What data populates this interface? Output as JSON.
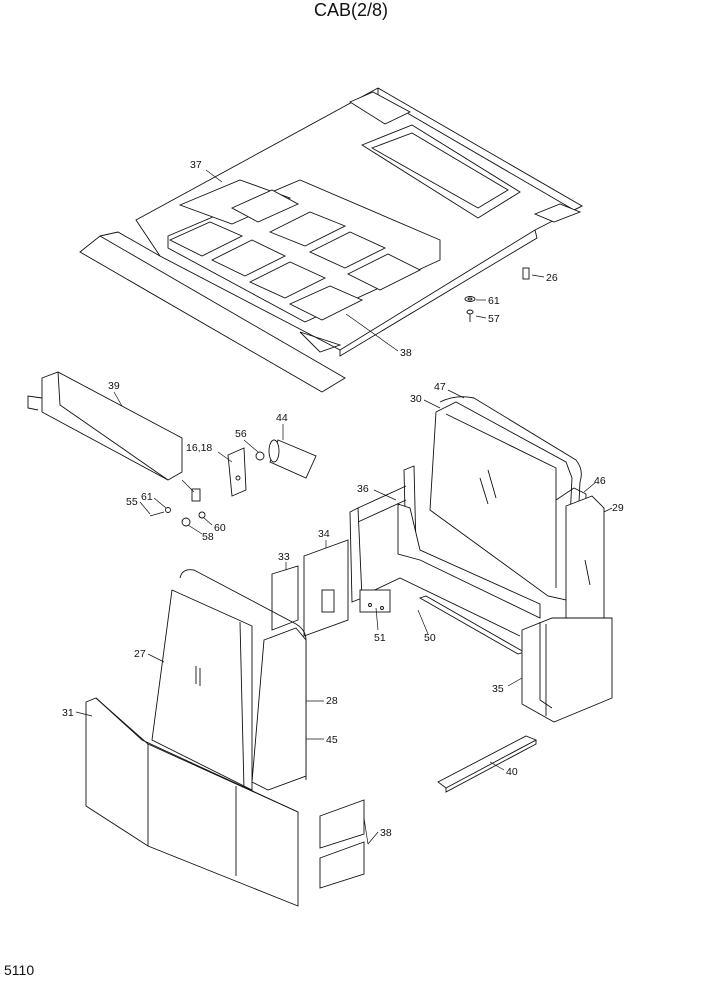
{
  "title": "CAB(2/8)",
  "page_number": "5110",
  "callouts": {
    "c37": "37",
    "c38a": "38",
    "c26": "26",
    "c61a": "61",
    "c57": "57",
    "c39": "39",
    "c44": "44",
    "c56": "56",
    "c1618": "16,18",
    "c55": "55",
    "c61b": "61",
    "c60": "60",
    "c58": "58",
    "c47": "47",
    "c30": "30",
    "c36": "36",
    "c46": "46",
    "c29": "29",
    "c34": "34",
    "c33": "33",
    "c51": "51",
    "c50": "50",
    "c35": "35",
    "c27": "27",
    "c28": "28",
    "c45": "45",
    "c31": "31",
    "c40": "40",
    "c38b": "38"
  }
}
